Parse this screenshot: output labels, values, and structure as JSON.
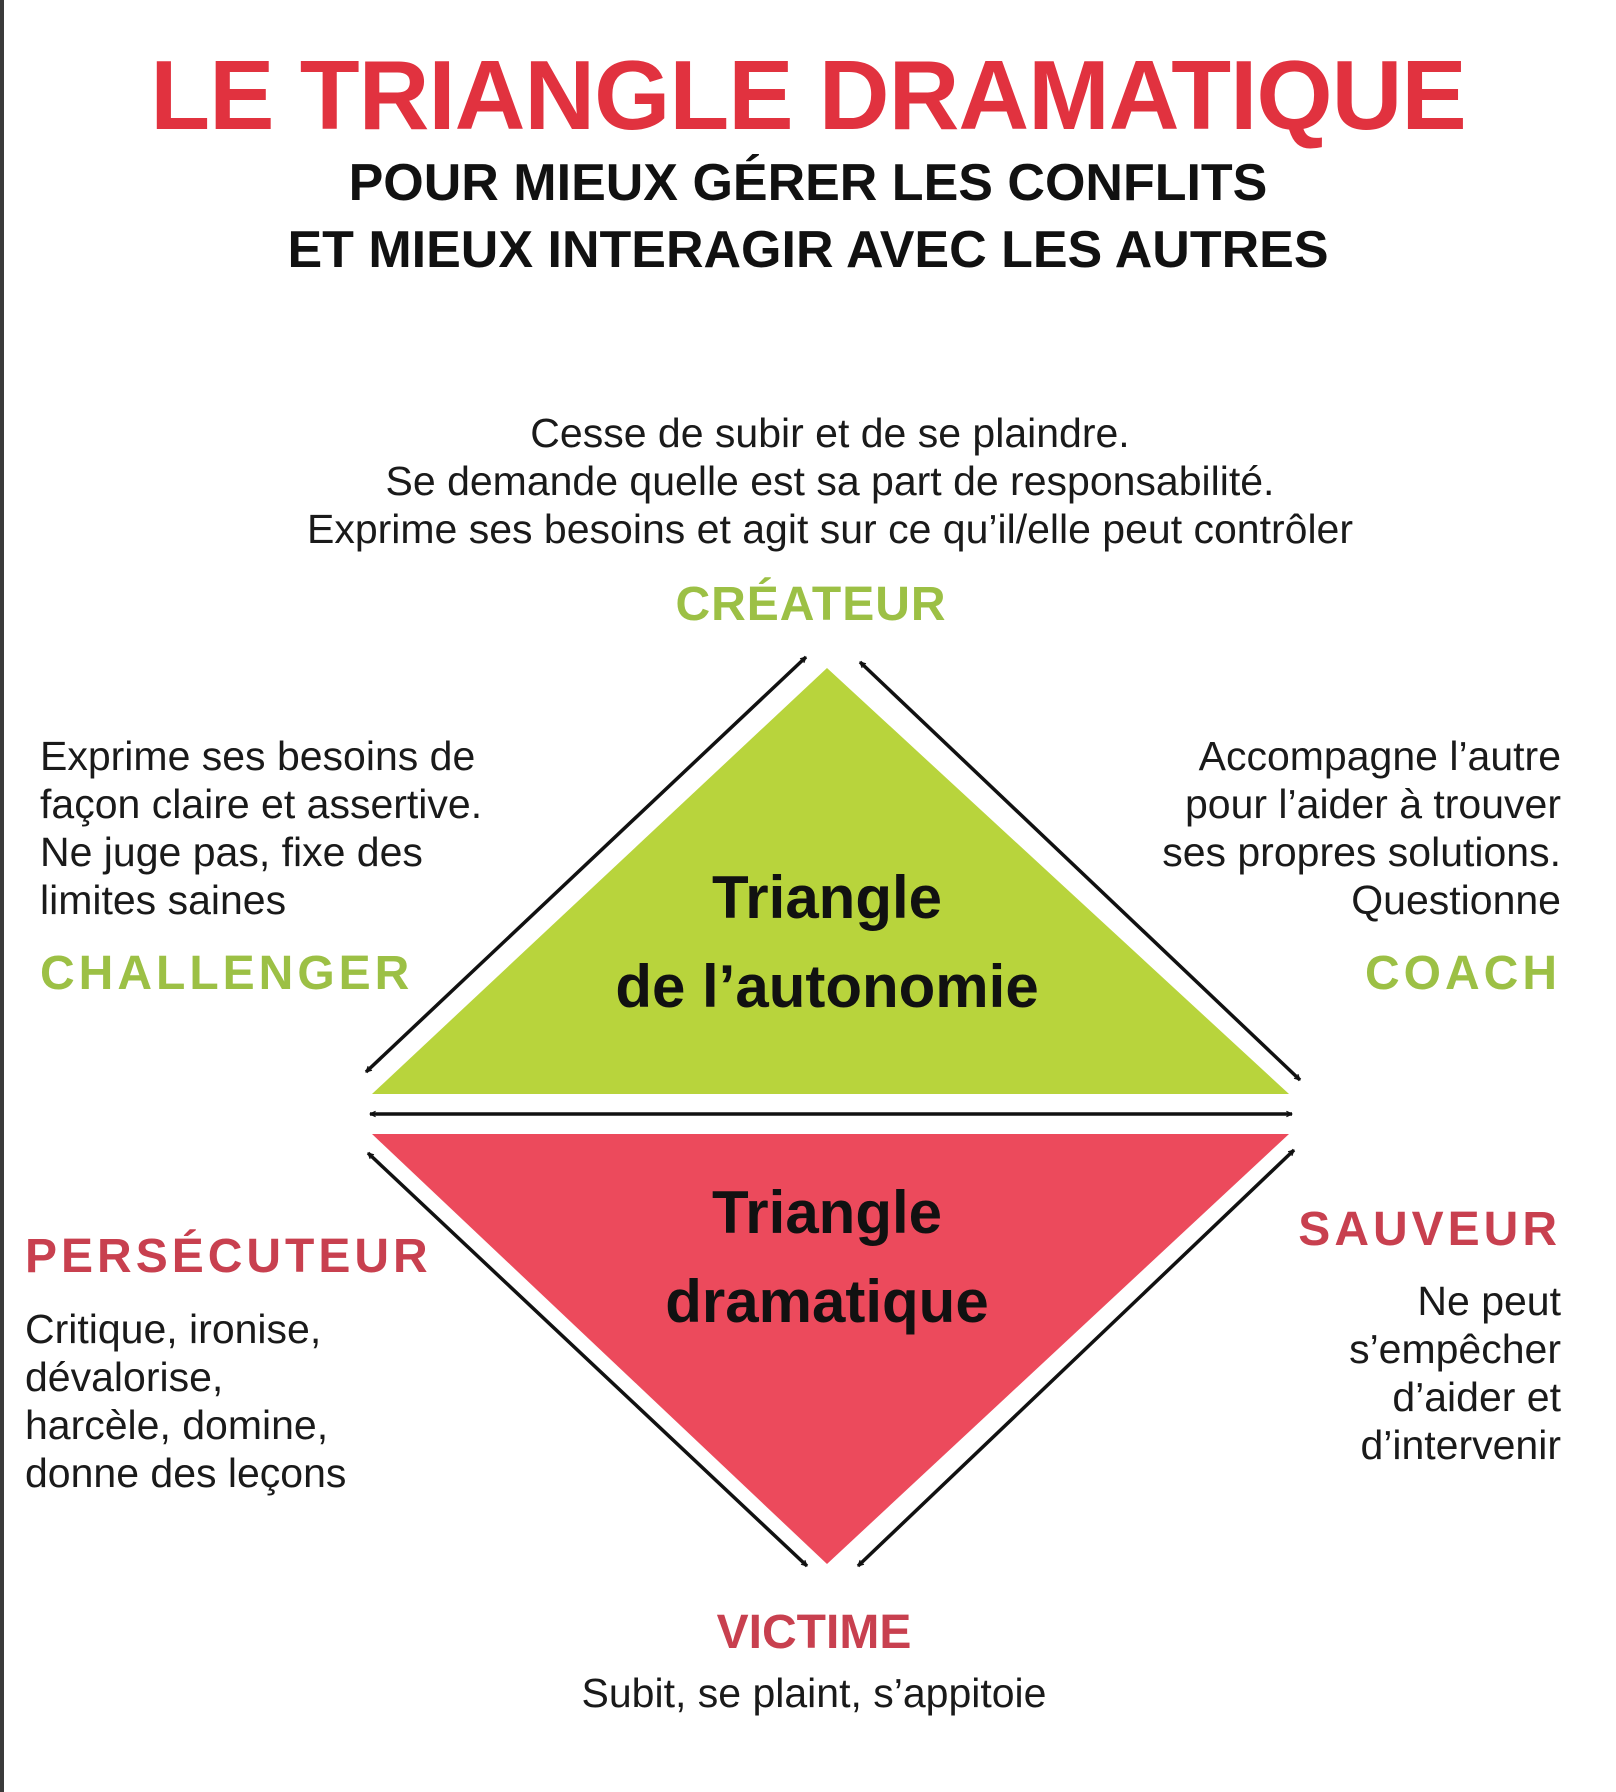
{
  "header": {
    "title": "LE TRIANGLE DRAMATIQUE",
    "subtitle_lines": [
      "POUR MIEUX GÉRER LES CONFLITS",
      "ET MIEUX INTERAGIR AVEC LES AUTRES"
    ]
  },
  "autonomy_triangle": {
    "label_lines": [
      "Triangle",
      "de l’autonomie"
    ],
    "roles": {
      "createur": {
        "name": "CRÉATEUR",
        "description": [
          "Cesse de subir et de se plaindre.",
          "Se demande quelle est sa part de responsabilité.",
          "Exprime ses besoins et agit sur ce qu’il/elle peut contrôler"
        ]
      },
      "challenger": {
        "name": "CHALLENGER",
        "description": [
          "Exprime ses besoins de",
          "façon claire et assertive.",
          "Ne juge pas, fixe des",
          "limites saines"
        ]
      },
      "coach": {
        "name": "COACH",
        "description": [
          "Accompagne l’autre",
          "pour l’aider à trouver",
          "ses propres solutions.",
          "Questionne"
        ]
      }
    }
  },
  "drama_triangle": {
    "label_lines": [
      "Triangle",
      "dramatique"
    ],
    "roles": {
      "persecuteur": {
        "name": "PERSÉCUTEUR",
        "description": [
          "Critique, ironise,",
          "dévalorise,",
          "harcèle, domine,",
          "donne des leçons"
        ]
      },
      "sauveur": {
        "name": "SAUVEUR",
        "description": [
          "Ne peut",
          "s’empêcher",
          "d’aider et",
          "d’intervenir"
        ]
      },
      "victime": {
        "name": "VICTIME",
        "description": [
          "Subit, se plaint, s’appitoie"
        ]
      }
    }
  },
  "colors": {
    "title_red": "#e1323f",
    "green_fill": "#b8d43c",
    "red_fill": "#ec4a5c",
    "green_label": "#9cc045",
    "red_label": "#c8404f"
  }
}
